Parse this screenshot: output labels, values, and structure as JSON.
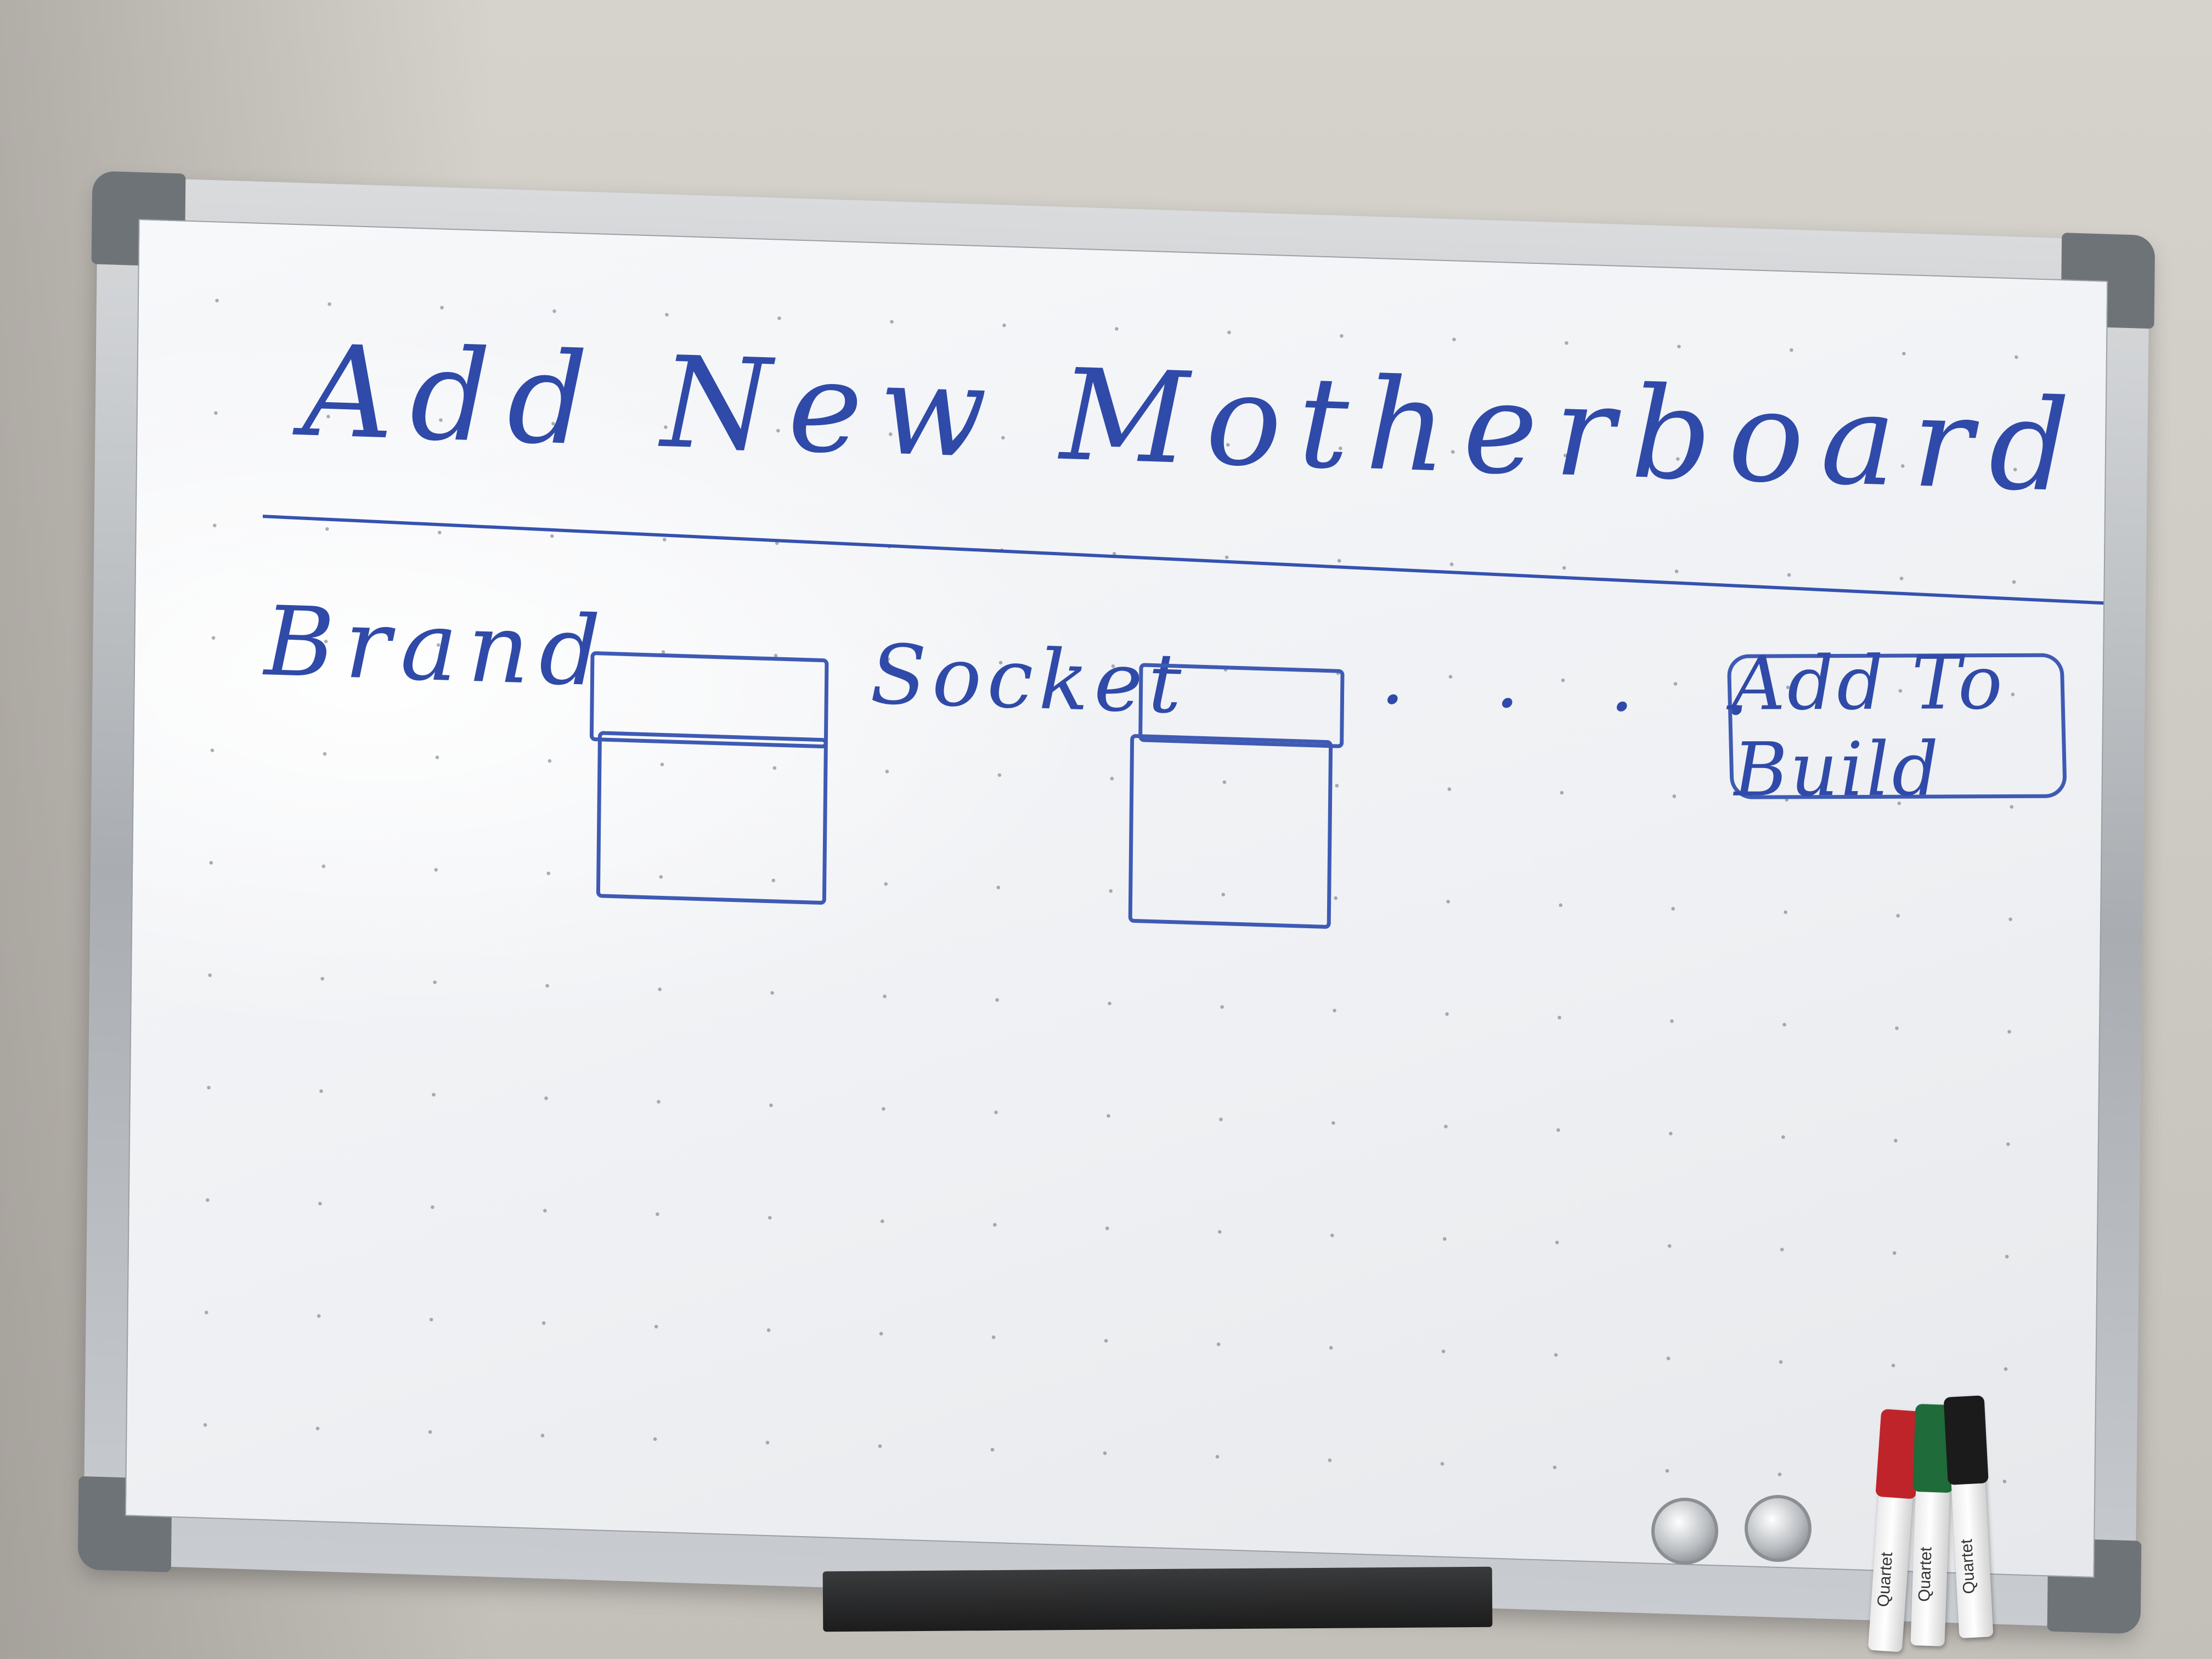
{
  "whiteboard": {
    "heading": "Add New Motherboard",
    "fields": [
      {
        "label": "Brand"
      },
      {
        "label": "Socket"
      }
    ],
    "ellipsis": ". . . .",
    "button_label": "Add To Build"
  },
  "markers": [
    {
      "color": "#c0242b",
      "brand": "Quartet"
    },
    {
      "color": "#1f6b3a",
      "brand": "Quartet"
    },
    {
      "color": "#1b1b1b",
      "brand": "Quartet"
    }
  ],
  "ink_color": "#2f4aa8"
}
